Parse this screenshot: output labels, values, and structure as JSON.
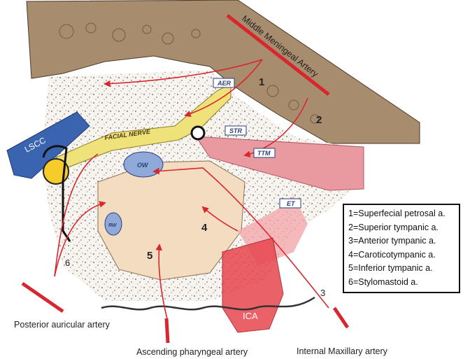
{
  "title": "Middle Meningeal Artery",
  "structures": {
    "aer": "AER",
    "str": "STR",
    "ttm": "TTM",
    "et": "ET",
    "ow": "OW",
    "rw": "RW",
    "lscc": "LSCC",
    "facial_nerve": "FACIAL NERVE",
    "ica": "ICA"
  },
  "numbers": [
    "1",
    "2",
    "3",
    "4",
    "5",
    "6"
  ],
  "arteries": {
    "posterior_auricular": "Posterior auricular artery",
    "ascending_pharyngeal": "Ascending pharyngeal artery",
    "internal_maxillary": "Internal Maxillary artery"
  },
  "legend": [
    "1=Superfecial petrosal a.",
    "2=Superior tympanic a.",
    "3=Anterior tympanic a.",
    "4=Caroticotympanic a.",
    "5=Inferior tympanic a.",
    "6=Stylomastoid a."
  ],
  "colors": {
    "bone": "#a88c6e",
    "artery": "#d8262f",
    "ica_fill": "#e8464e",
    "facial_nerve": "#f0e27a",
    "lscc": "#3a64b0",
    "promontory": "#f3dcc0",
    "ttm": "#e99aa0",
    "window": "#8fa9d8"
  }
}
